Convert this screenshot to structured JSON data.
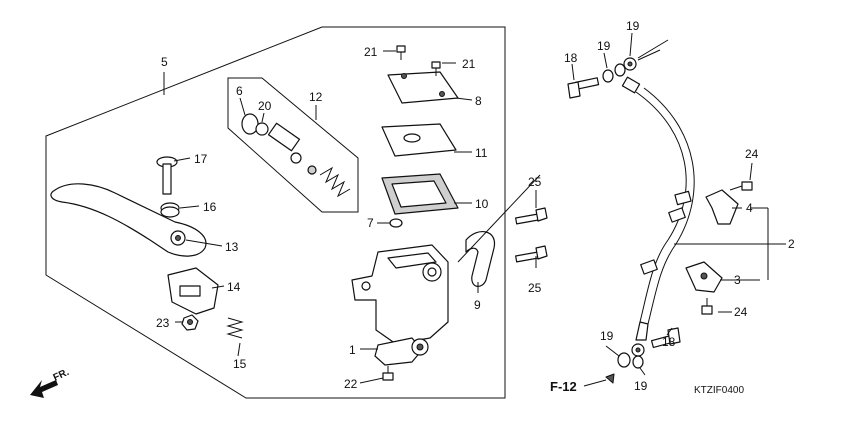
{
  "diagram": {
    "code": "KTZIF0400",
    "direction_label": "FR.",
    "reference_label": "F-12",
    "callouts": [
      {
        "id": "c-5",
        "text": "5"
      },
      {
        "id": "c-6",
        "text": "6"
      },
      {
        "id": "c-20",
        "text": "20"
      },
      {
        "id": "c-12",
        "text": "12"
      },
      {
        "id": "c-21a",
        "text": "21"
      },
      {
        "id": "c-21b",
        "text": "21"
      },
      {
        "id": "c-8",
        "text": "8"
      },
      {
        "id": "c-11",
        "text": "11"
      },
      {
        "id": "c-10",
        "text": "10"
      },
      {
        "id": "c-7",
        "text": "7"
      },
      {
        "id": "c-17",
        "text": "17"
      },
      {
        "id": "c-16",
        "text": "16"
      },
      {
        "id": "c-13",
        "text": "13"
      },
      {
        "id": "c-14",
        "text": "14"
      },
      {
        "id": "c-23",
        "text": "23"
      },
      {
        "id": "c-15",
        "text": "15"
      },
      {
        "id": "c-1",
        "text": "1"
      },
      {
        "id": "c-22",
        "text": "22"
      },
      {
        "id": "c-9",
        "text": "9"
      },
      {
        "id": "c-25a",
        "text": "25"
      },
      {
        "id": "c-25b",
        "text": "25"
      },
      {
        "id": "c-18a",
        "text": "18"
      },
      {
        "id": "c-19a",
        "text": "19"
      },
      {
        "id": "c-19b",
        "text": "19"
      },
      {
        "id": "c-24a",
        "text": "24"
      },
      {
        "id": "c-4",
        "text": "4"
      },
      {
        "id": "c-2",
        "text": "2"
      },
      {
        "id": "c-3",
        "text": "3"
      },
      {
        "id": "c-24b",
        "text": "24"
      },
      {
        "id": "c-18b",
        "text": "18"
      },
      {
        "id": "c-19c",
        "text": "19"
      },
      {
        "id": "c-19d",
        "text": "19"
      }
    ]
  }
}
